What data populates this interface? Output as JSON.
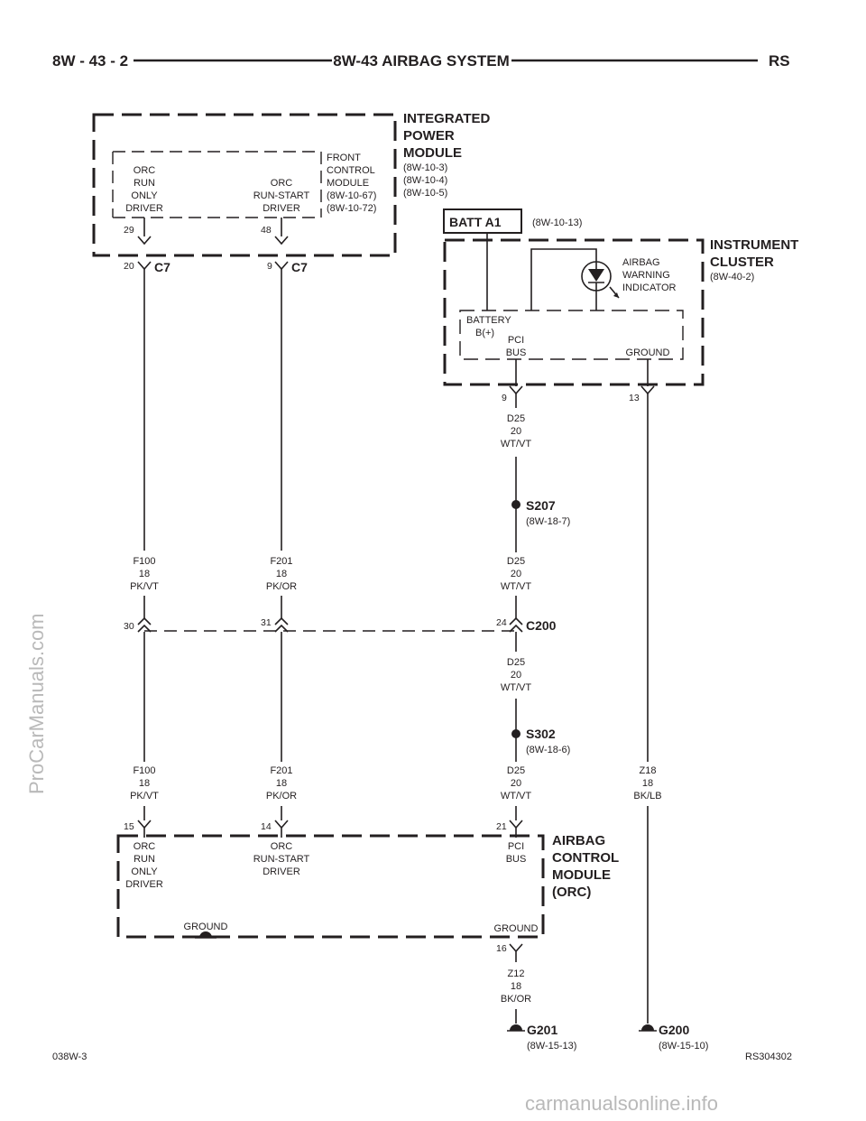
{
  "header": {
    "left": "8W - 43 - 2",
    "center": "8W-43 AIRBAG SYSTEM",
    "right": "RS"
  },
  "ipm": {
    "title": [
      "INTEGRATED",
      "POWER",
      "MODULE"
    ],
    "refs": [
      "(8W-10-3)",
      "(8W-10-4)",
      "(8W-10-5)"
    ],
    "fcm": [
      "FRONT",
      "CONTROL",
      "MODULE",
      "(8W-10-67)",
      "(8W-10-72)"
    ],
    "driver_a": [
      "ORC",
      "RUN",
      "ONLY",
      "DRIVER"
    ],
    "driver_b": [
      "ORC",
      "RUN-START",
      "DRIVER"
    ],
    "pin_a": "29",
    "pin_b": "48",
    "conn_pin_a": "20",
    "conn_pin_b": "9",
    "conn_a": "C7",
    "conn_b": "C7"
  },
  "batt": {
    "label": "BATT A1",
    "ref": "(8W-10-13)"
  },
  "cluster": {
    "title": [
      "INSTRUMENT",
      "CLUSTER"
    ],
    "ref": "(8W-40-2)",
    "indicator": [
      "AIRBAG",
      "WARNING",
      "INDICATOR"
    ],
    "battery": [
      "BATTERY",
      "B(+)"
    ],
    "pci": [
      "PCI",
      "BUS"
    ],
    "ground": "GROUND",
    "pin_pci": "9",
    "pin_gnd": "13"
  },
  "wires": {
    "d25": [
      "D25",
      "20",
      "WT/VT"
    ],
    "f100": [
      "F100",
      "18",
      "PK/VT"
    ],
    "f201": [
      "F201",
      "18",
      "PK/OR"
    ],
    "z18": [
      "Z18",
      "18",
      "BK/LB"
    ],
    "z12": [
      "Z12",
      "18",
      "BK/OR"
    ]
  },
  "splices": {
    "s207": {
      "label": "S207",
      "ref": "(8W-18-7)"
    },
    "s302": {
      "label": "S302",
      "ref": "(8W-18-6)"
    }
  },
  "c200": {
    "label": "C200",
    "pins": [
      "30",
      "31",
      "24"
    ]
  },
  "orc": {
    "title": [
      "AIRBAG",
      "CONTROL",
      "MODULE",
      "(ORC)"
    ],
    "pins": [
      "15",
      "14",
      "21",
      "16"
    ],
    "driver_a": [
      "ORC",
      "RUN",
      "ONLY",
      "DRIVER"
    ],
    "driver_b": [
      "ORC",
      "RUN-START",
      "DRIVER"
    ],
    "pci": [
      "PCI",
      "BUS"
    ],
    "ground_left": "GROUND",
    "ground_right": "GROUND"
  },
  "grounds": {
    "g201": {
      "label": "G201",
      "ref": "(8W-15-13)"
    },
    "g200": {
      "label": "G200",
      "ref": "(8W-15-10)"
    }
  },
  "footer": {
    "left": "038W-3",
    "right": "RS304302"
  },
  "watermarks": {
    "side": "ProCarManuals.com",
    "bottom": "carmanualsonline.info"
  }
}
